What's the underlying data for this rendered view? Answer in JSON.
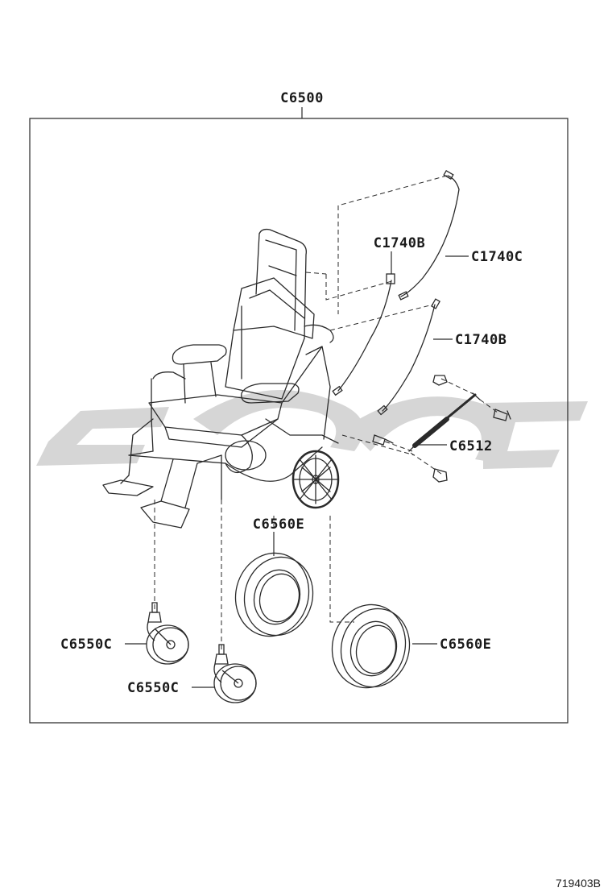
{
  "diagram": {
    "assembly_label": "C6500",
    "parts": {
      "cable_upper": "C1740B",
      "cable_right": "C1740C",
      "cable_lower": "C1740B",
      "gas_spring": "C6512",
      "tire_center": "C6560E",
      "tire_right": "C6560E",
      "caster_upper": "C6550C",
      "caster_lower": "C6550C"
    },
    "document_id": "719403B"
  },
  "colors": {
    "line": "#2a2a2a",
    "watermark": "#d4d4d4",
    "background": "#ffffff"
  }
}
